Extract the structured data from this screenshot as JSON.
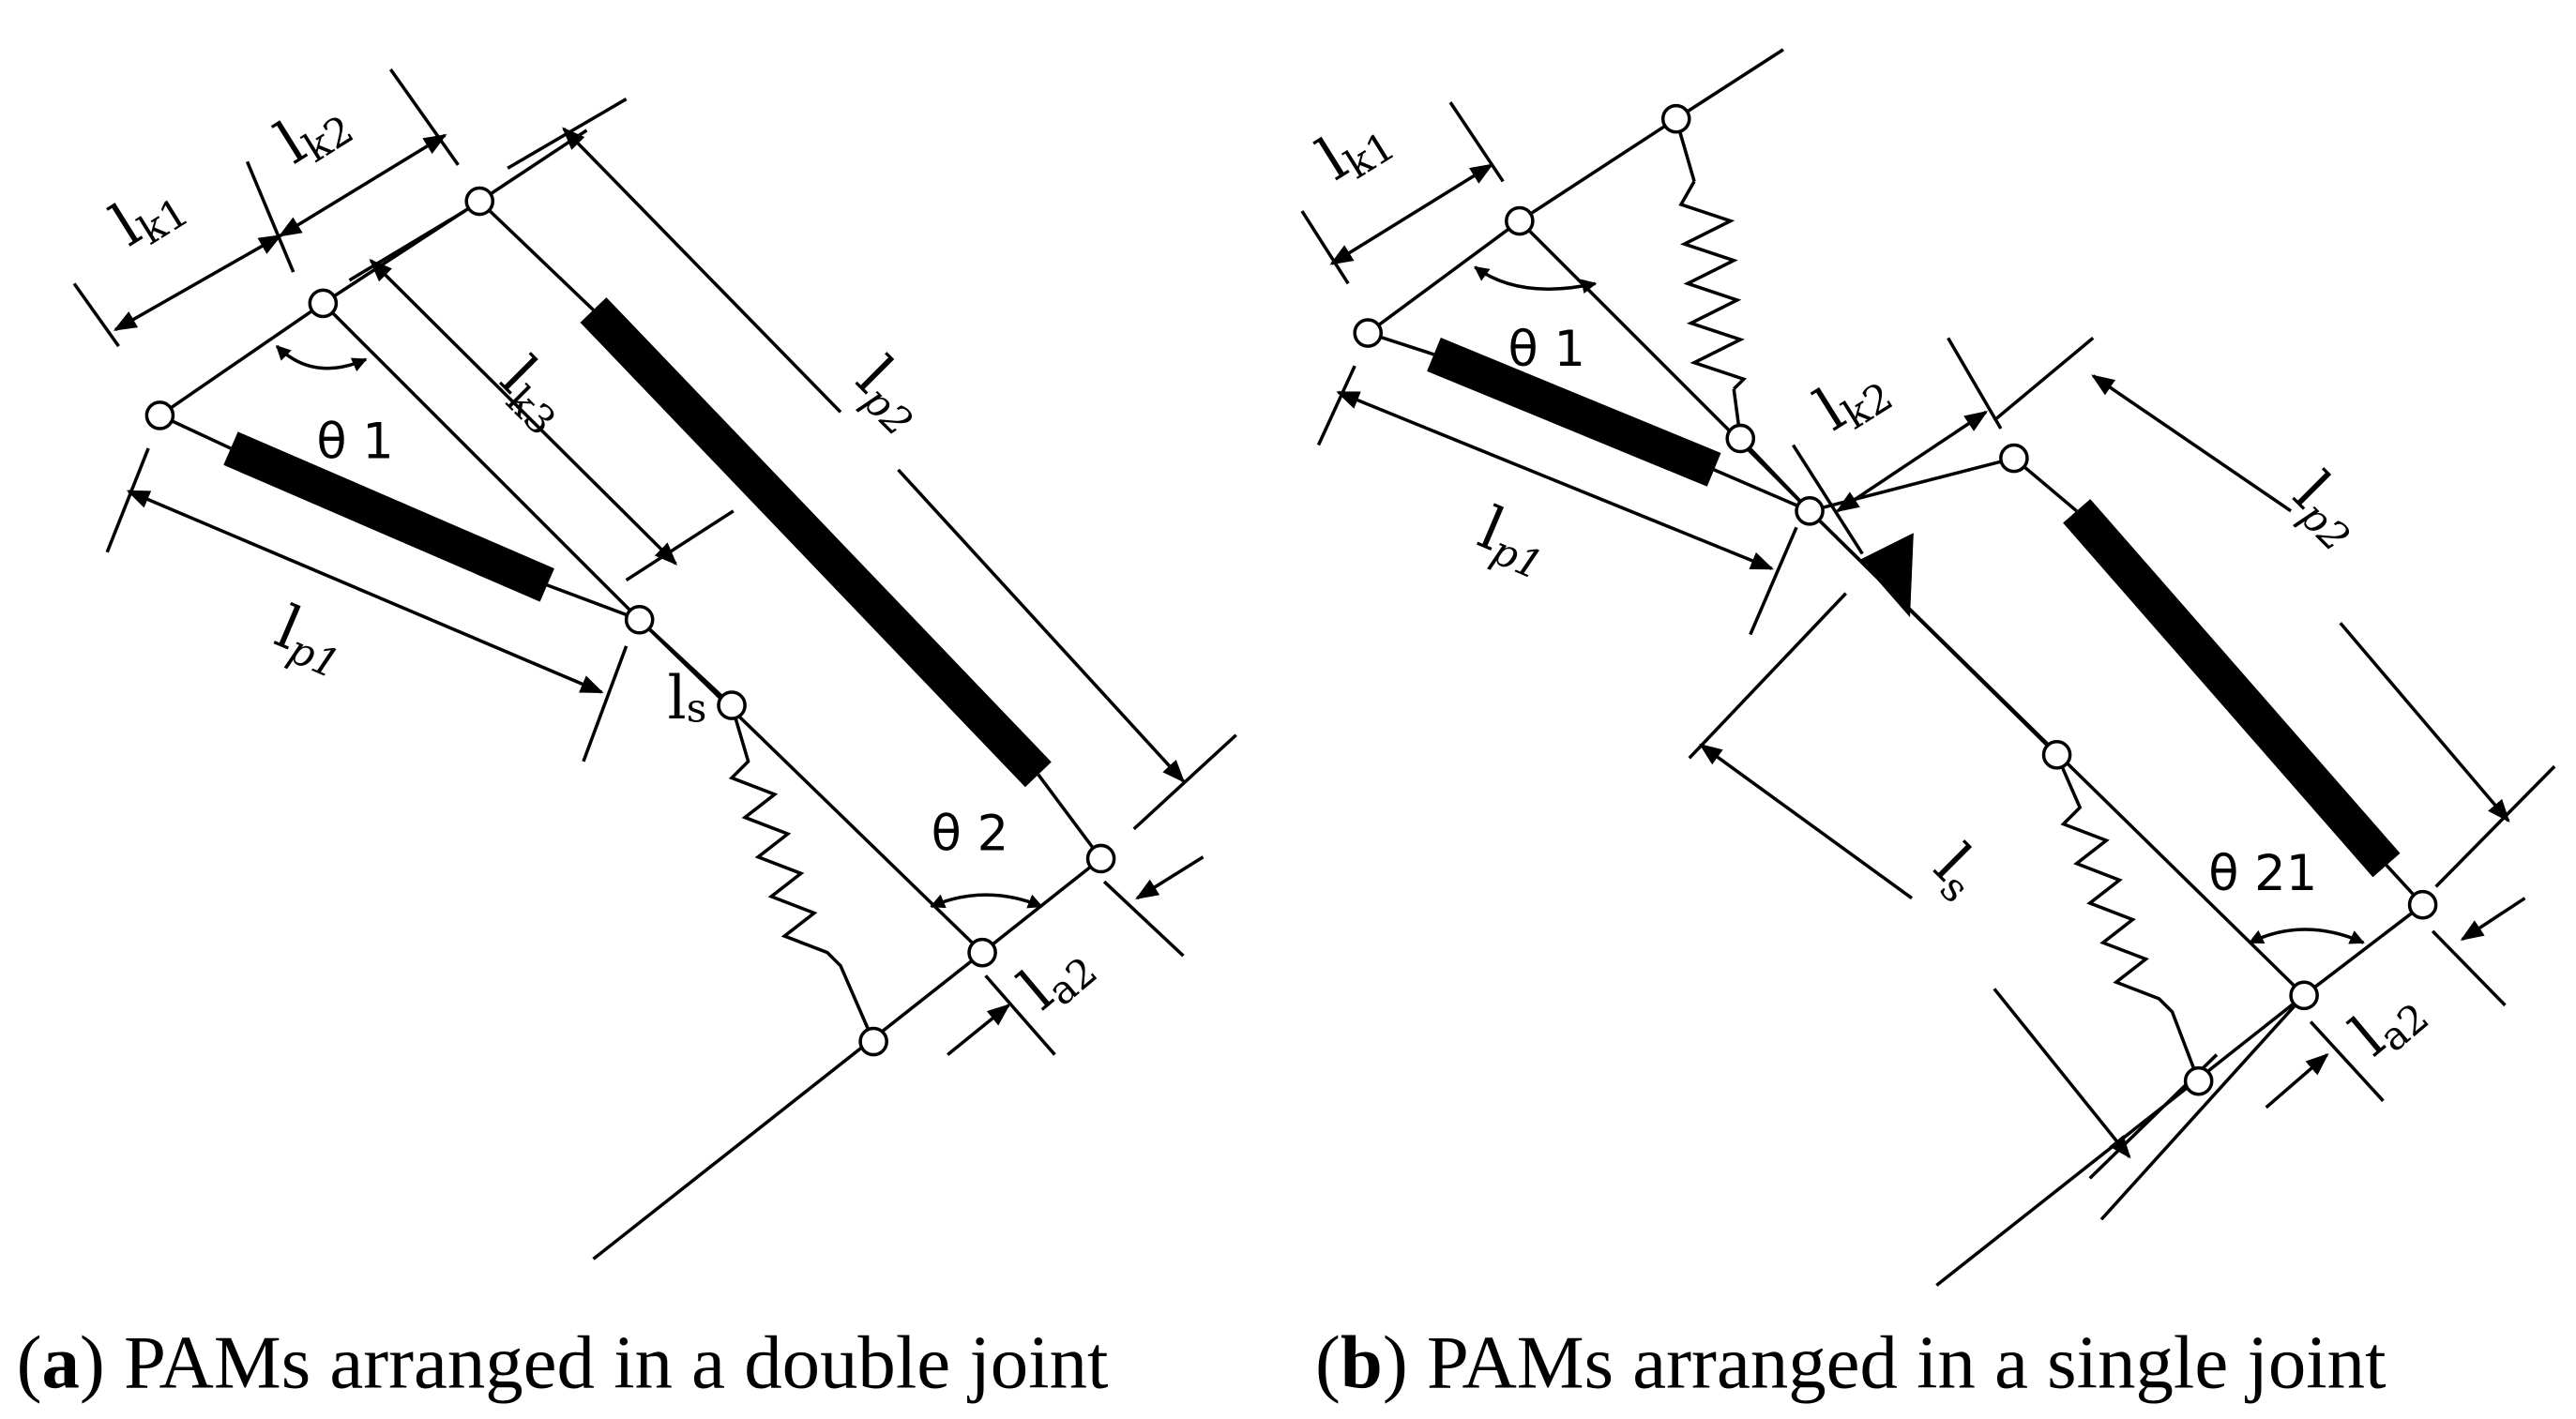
{
  "panel_a": {
    "labels": {
      "lk1": {
        "main": "l",
        "sub": "k1"
      },
      "lk2": {
        "main": "l",
        "sub": "k2"
      },
      "lk3": {
        "main": "l",
        "sub": "k3"
      },
      "lp1": {
        "main": "l",
        "sub": "p1"
      },
      "lp2": {
        "main": "l",
        "sub": "p2"
      },
      "ls": {
        "main": "l",
        "sub": "s"
      },
      "la2": {
        "main": "l",
        "sub": "a2"
      },
      "theta1": "θ 1",
      "theta2": "θ 2"
    },
    "caption": {
      "letter": "a",
      "text": " PAMs arranged in a double joint"
    }
  },
  "panel_b": {
    "labels": {
      "lk1": {
        "main": "l",
        "sub": "k1"
      },
      "lk2": {
        "main": "l",
        "sub": "k2"
      },
      "lp1": {
        "main": "l",
        "sub": "p1"
      },
      "lp2": {
        "main": "l",
        "sub": "p2"
      },
      "ls": {
        "main": "l",
        "sub": "s"
      },
      "la2": {
        "main": "l",
        "sub": "a2"
      },
      "theta1": "θ 1",
      "theta21": "θ 21"
    },
    "caption": {
      "letter": "b",
      "text": " PAMs arranged in a single joint"
    }
  }
}
